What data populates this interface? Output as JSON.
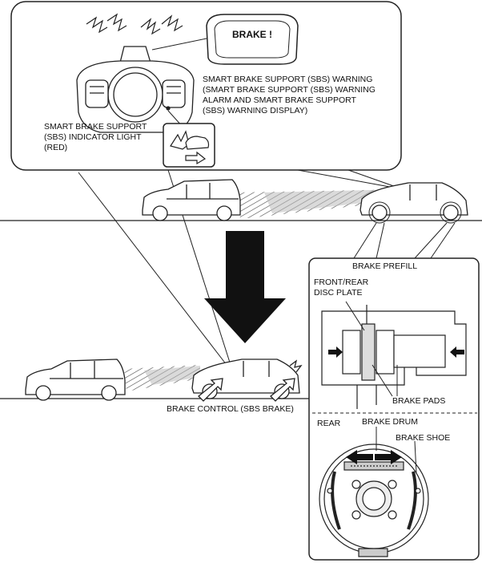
{
  "callout": {
    "warning_display_text": "BRAKE !",
    "warning_label": "SMART BRAKE SUPPORT (SBS) WARNING\n(SMART BRAKE SUPPORT (SBS) WARNING\nALARM AND SMART BRAKE SUPPORT\n(SBS) WARNING DISPLAY)",
    "indicator_label": "SMART BRAKE SUPPORT\n(SBS) INDICATOR LIGHT\n(RED)"
  },
  "scene": {
    "brake_control_label": "BRAKE CONTROL (SBS BRAKE)"
  },
  "prefill_panel": {
    "title": "BRAKE PREFILL",
    "front_rear_label": "FRONT/REAR\nDISC PLATE",
    "brake_pads_label": "BRAKE PADS",
    "rear_label": "REAR",
    "brake_drum_label": "BRAKE DRUM",
    "brake_shoe_label": "BRAKE SHOE"
  }
}
